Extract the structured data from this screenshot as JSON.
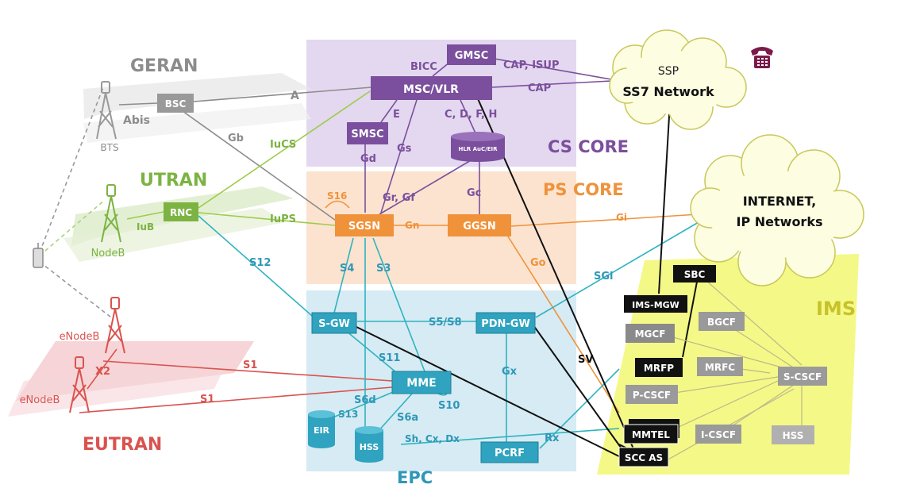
{
  "regions": {
    "geran": "GERAN",
    "utran": "UTRAN",
    "eutran": "EUTRAN",
    "cs_core": "CS CORE",
    "ps_core": "PS CORE",
    "epc": "EPC",
    "ims": "IMS"
  },
  "clouds": {
    "ss7_line1": "SSP",
    "ss7_line2": "SS7 Network",
    "internet_line1": "INTERNET,",
    "internet_line2": "IP Networks"
  },
  "nodes": {
    "bsc": "BSC",
    "bts": "BTS",
    "rnc": "RNC",
    "nodeb": "NodeB",
    "enodeb1": "eNodeB",
    "enodeb2": "eNodeB",
    "gmsc": "GMSC",
    "msc_vlr": "MSC/VLR",
    "smsc": "SMSC",
    "hlr": "HLR AuC/EIR",
    "sgsn": "SGSN",
    "ggsn": "GGSN",
    "sgw": "S-GW",
    "pdn_gw": "PDN-GW",
    "mme": "MME",
    "eir": "EIR",
    "hss_epc": "HSS",
    "pcrf": "PCRF",
    "sbc": "SBC",
    "ims_mgw": "IMS-MGW",
    "mgcf": "MGCF",
    "bgcf": "BGCF",
    "mrfp": "MRFP",
    "mrfc": "MRFC",
    "s_cscf": "S-CSCF",
    "p_cscf": "P-CSCF",
    "mmtel": "MMTEL",
    "i_cscf": "I-CSCF",
    "hss_ims": "HSS",
    "scc_as": "SCC AS"
  },
  "interfaces": {
    "abis": "Abis",
    "a": "A",
    "gb": "Gb",
    "iucs": "IuCS",
    "iub": "IuB",
    "iups": "IuPS",
    "s12": "S12",
    "bicc": "BICC",
    "cap_isup": "CAP, ISUP",
    "cap": "CAP",
    "e": "E",
    "cdfh": "C, D, F, H",
    "gs": "Gs",
    "gd": "Gd",
    "s16": "S16",
    "grgf": "Gr, Gf",
    "gc": "Gc",
    "gn": "Gn",
    "gi": "Gi",
    "go": "Go",
    "sgi": "SGi",
    "s4": "S4",
    "s3": "S3",
    "s5s8": "S5/S8",
    "s11": "S11",
    "s1_a": "S1",
    "s1_b": "S1",
    "x2": "X2",
    "s6d": "S6d",
    "s13": "S13",
    "s6a": "S6a",
    "s10": "S10",
    "gx": "Gx",
    "sh_cx_dx": "Sh, Cx, Dx",
    "rx": "Rx",
    "sv": "SV"
  },
  "colors": {
    "geran": "#8c8c8c",
    "utran": "#7cb342",
    "eutran": "#d9534f",
    "cs": "#7b4f9d",
    "ps": "#f0923a",
    "epc": "#2f97b8",
    "ims_bg": "#f3f77a",
    "ims_label": "#c8c22a"
  },
  "icons": [
    "phone-icon",
    "tower-icon",
    "handset-icon",
    "database-icon",
    "cloud-icon"
  ]
}
